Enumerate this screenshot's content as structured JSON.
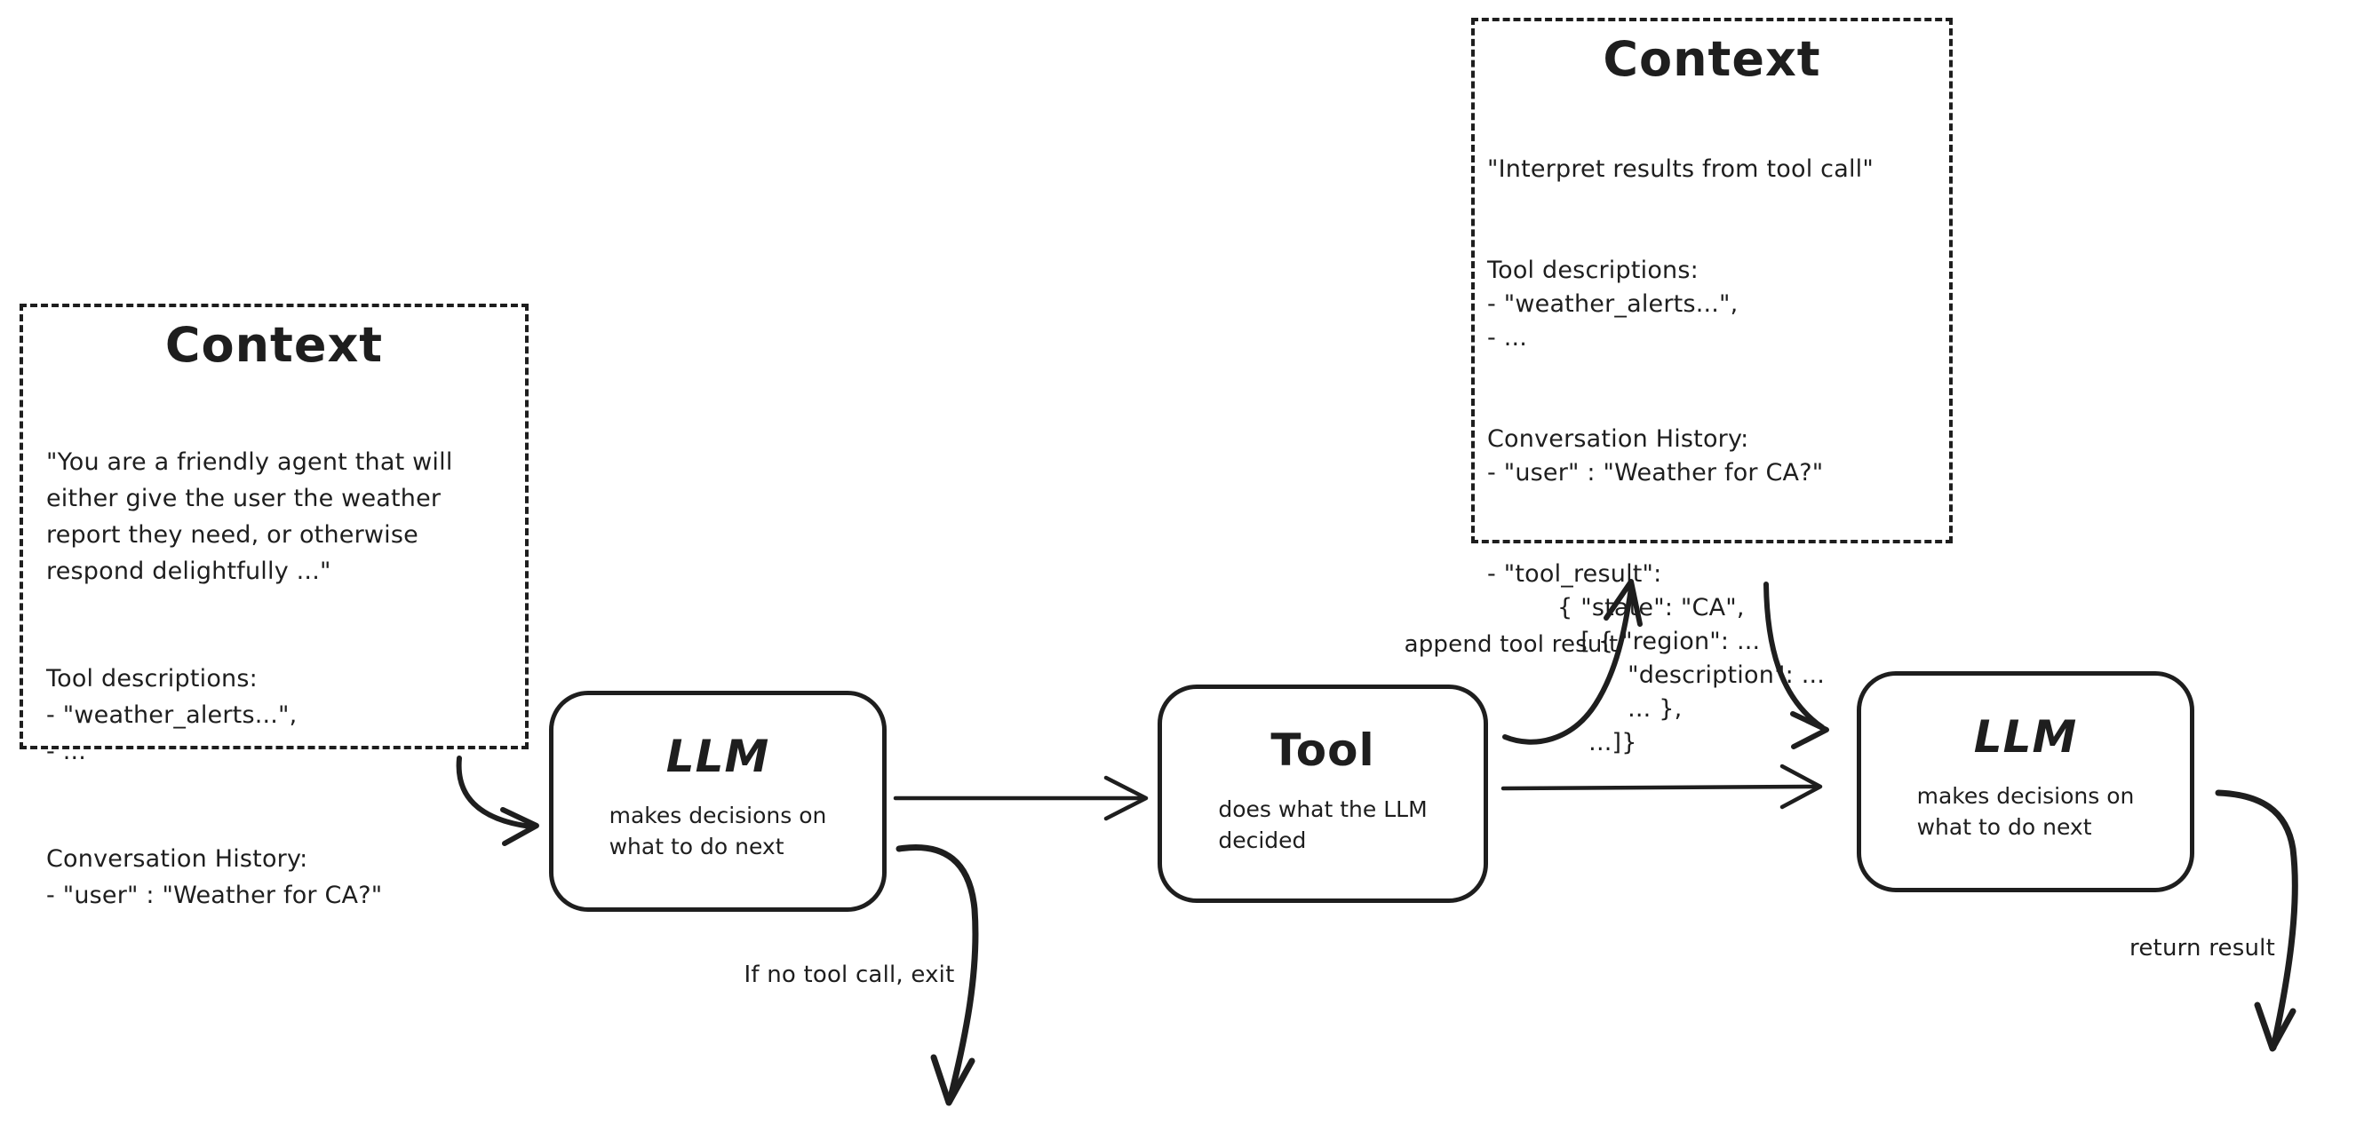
{
  "colors": {
    "stroke": "#1e1e1e",
    "background": "#ffffff"
  },
  "boxes": {
    "context_left": {
      "title": "Context",
      "paragraphs": [
        [
          "\"You are a friendly agent that will",
          "either give the user the weather",
          "report they need, or otherwise",
          "respond delightfully ...\""
        ],
        [
          "Tool descriptions:",
          "- \"weather_alerts...\",",
          "- ..."
        ],
        [
          "Conversation History:",
          "- \"user\" : \"Weather for CA?\""
        ]
      ]
    },
    "context_top": {
      "title": "Context",
      "paragraphs": [
        [
          "\"Interpret results from tool call\""
        ],
        [
          "Tool descriptions:",
          "- \"weather_alerts...\",",
          "- ..."
        ],
        [
          "Conversation History:",
          "- \"user\" : \"Weather for CA?\""
        ],
        [
          "- \"tool_result\":",
          "         { \"state\": \"CA\",",
          "            [ { \"region\": ...",
          "                  \"description\": ...",
          "                  ... },",
          "             ...]}"
        ]
      ]
    },
    "llm_1": {
      "title": "LLM",
      "subtitle": [
        "makes decisions on",
        "what to do next"
      ]
    },
    "tool": {
      "title": "Tool",
      "subtitle": [
        "does what the LLM",
        "decided"
      ]
    },
    "llm_2": {
      "title": "LLM",
      "subtitle": [
        "makes decisions on",
        "what to do next"
      ]
    }
  },
  "edge_labels": {
    "append_tool_result": "append tool result",
    "if_no_tool_call_exit": "If no tool call, exit",
    "return_result": "return result"
  }
}
